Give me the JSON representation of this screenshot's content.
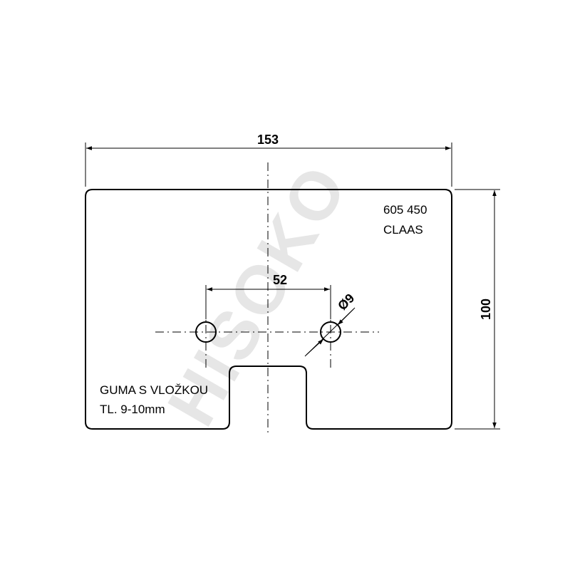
{
  "watermark": "HISOKO",
  "dimensions": {
    "width": "153",
    "height": "100",
    "hole_spacing": "52",
    "hole_diameter": "Ø9"
  },
  "part": {
    "number": "605 450",
    "brand": "CLAAS"
  },
  "material": {
    "line1": "GUMA S VLOŽKOU",
    "line2": "TL. 9-10mm"
  }
}
